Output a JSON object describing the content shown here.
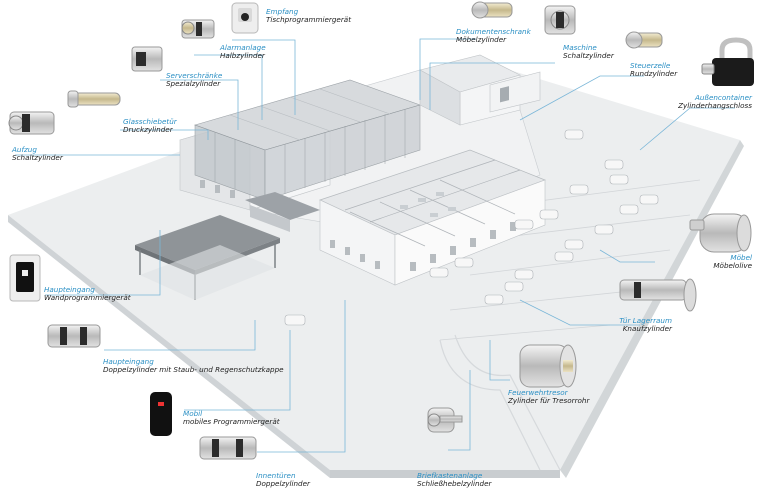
{
  "colors": {
    "accent": "#2a8fc4",
    "line": "#7ab6d8",
    "ground": "#eceeef",
    "ground_dark": "#d9dcde",
    "building": "#f3f4f5",
    "glass": "#b9bec2",
    "roof": "#e6e8ea",
    "text": "#222222"
  },
  "labels": [
    {
      "id": "empfang",
      "location": "Empfang",
      "product": "Tischprogrammiergerät",
      "icon": "desk-programmer-icon"
    },
    {
      "id": "alarmanlage",
      "location": "Alarmanlage",
      "product": "Halbzylinder",
      "icon": "half-cylinder-icon"
    },
    {
      "id": "serverschraenke",
      "location": "Serverschränke",
      "product": "Spezialzylinder",
      "icon": "special-cylinder-icon"
    },
    {
      "id": "glasschiebetuer",
      "location": "Glasschiebetür",
      "product": "Druckzylinder",
      "icon": "push-cylinder-icon"
    },
    {
      "id": "aufzug",
      "location": "Aufzug",
      "product": "Schaltzylinder",
      "icon": "switch-cylinder-icon"
    },
    {
      "id": "dokumentenschrank",
      "location": "Dokumentenschrank",
      "product": "Möbelzylinder",
      "icon": "furniture-cylinder-icon"
    },
    {
      "id": "maschine",
      "location": "Maschine",
      "product": "Schaltzylinder",
      "icon": "machine-switch-cylinder-icon"
    },
    {
      "id": "steuerzelle",
      "location": "Steuerzelle",
      "product": "Rundzylinder",
      "icon": "round-cylinder-icon"
    },
    {
      "id": "aussencontainer",
      "location": "Außencontainer",
      "product": "Zylinderhangschloss",
      "icon": "padlock-icon"
    },
    {
      "id": "haupteingang1",
      "location": "Haupteingang",
      "product": "Wandprogrammiergerät",
      "icon": "wall-programmer-icon"
    },
    {
      "id": "haupteingang2",
      "location": "Haupteingang",
      "product": "Doppelzylinder mit Staub- und Regenschutzkappe",
      "icon": "double-cylinder-cap-icon"
    },
    {
      "id": "mobil",
      "location": "Mobil",
      "product": "mobiles Programmiergerät",
      "icon": "mobile-programmer-icon"
    },
    {
      "id": "innentueren",
      "location": "Innentüren",
      "product": "Doppelzylinder",
      "icon": "double-cylinder-icon"
    },
    {
      "id": "moebel",
      "location": "Möbel",
      "product": "Möbelolive",
      "icon": "furniture-knob-icon"
    },
    {
      "id": "tuer_lagerraum",
      "location": "Tür Lagerraum",
      "product": "Knaufzylinder",
      "icon": "knob-cylinder-icon"
    },
    {
      "id": "feuerwehrtresor",
      "location": "Feuerwehrtresor",
      "product": "Zylinder für Tresorrohr",
      "icon": "safe-tube-cylinder-icon"
    },
    {
      "id": "briefkastenanlage",
      "location": "Briefkastenanlage",
      "product": "Schließhebelzylinder",
      "icon": "lever-cylinder-icon"
    }
  ]
}
